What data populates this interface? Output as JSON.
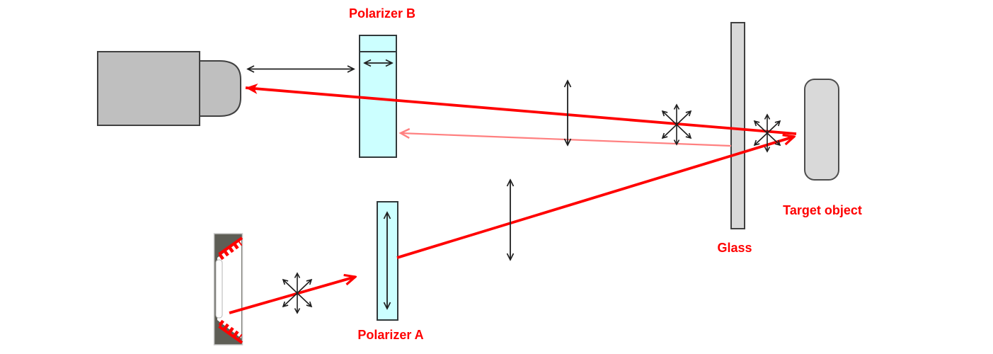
{
  "diagram": {
    "labels": {
      "polarizer_b": "Polarizer B",
      "polarizer_a": "Polarizer A",
      "glass": "Glass",
      "target_object": "Target object"
    },
    "colors": {
      "background": "#ffffff",
      "beam_red": "#ff0000",
      "beam_faint_red": "#ff8080",
      "label_red": "#ff0000",
      "polarizer_fill": "#ccffff",
      "camera_fill": "#bfbfbf",
      "glass_fill": "#d9d9d9",
      "target_fill": "#d9d9d9",
      "source_housing": "#5e5e56",
      "arrow_black": "#1f1f1f",
      "outline": "#404040"
    }
  }
}
